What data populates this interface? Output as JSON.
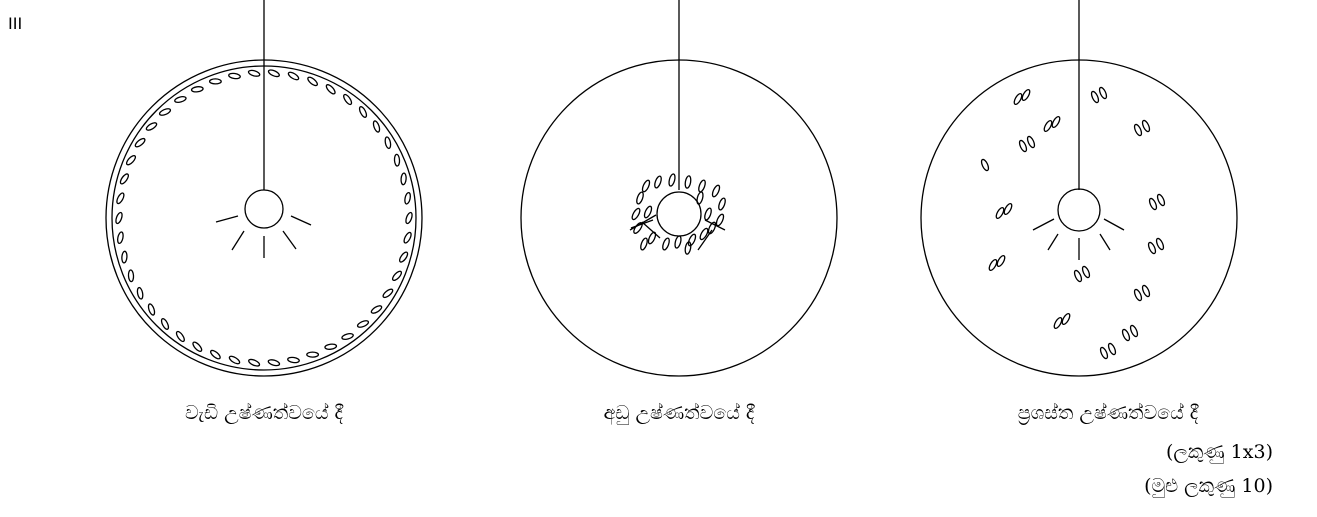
{
  "question_number": "III",
  "diagrams": [
    {
      "caption": "වැඩි උෂ්ණත්වයේ දී"
    },
    {
      "caption": "අඩු උෂ්ණත්වයේ දී"
    },
    {
      "caption": "ප්‍රශස්ත උෂ්ණත්වයේ දී"
    }
  ],
  "marks": {
    "part": "(ලකුණු 1x3)",
    "total": "(මුළු ලකුණු 10)"
  },
  "colors": {
    "stroke": "#000000",
    "background": "#ffffff"
  }
}
